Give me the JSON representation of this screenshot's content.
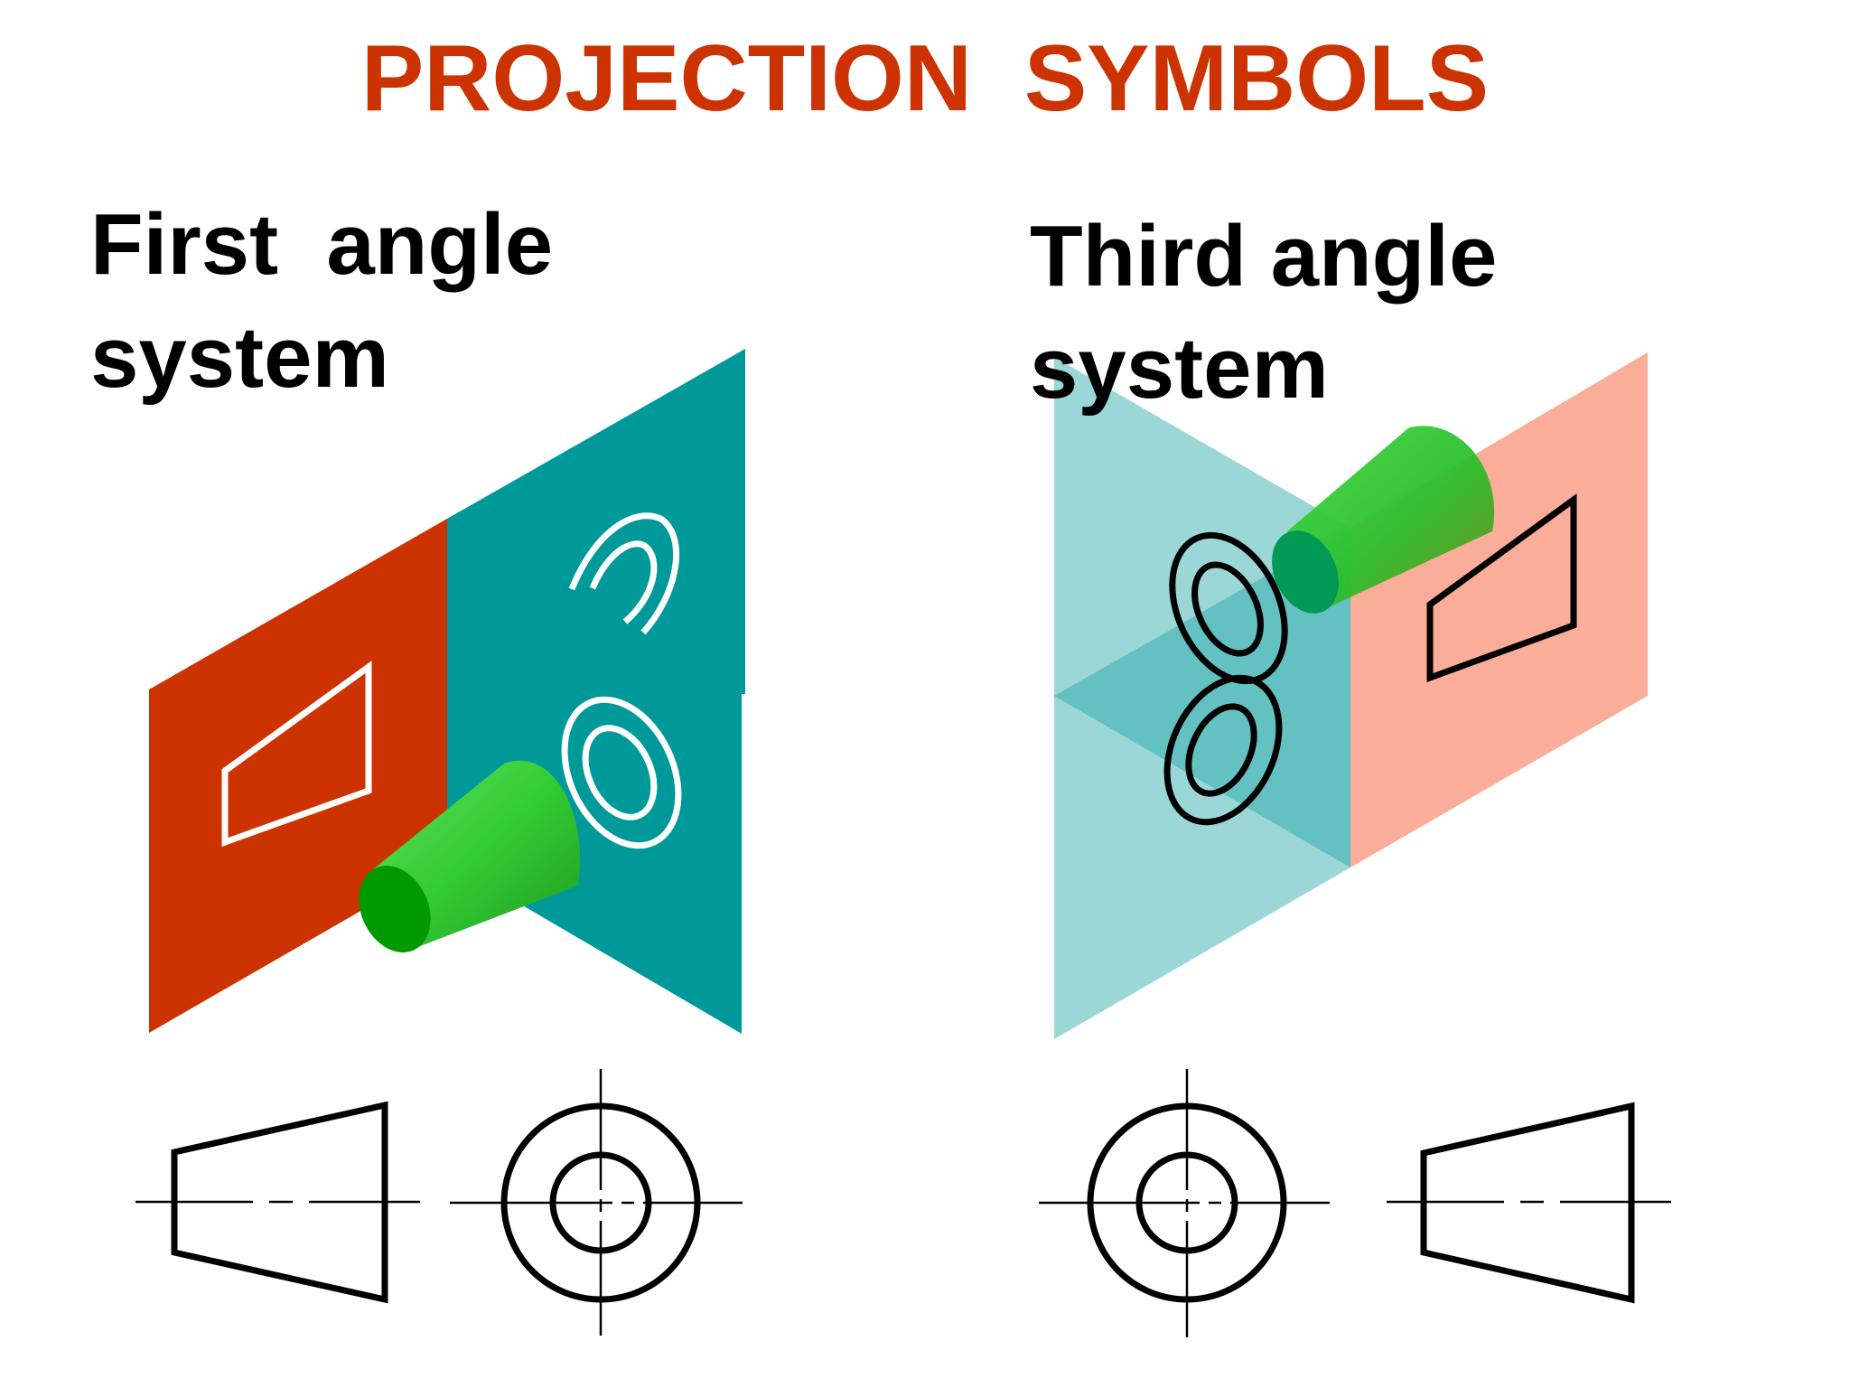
{
  "title": "PROJECTION  SYMBOLS",
  "first_angle": {
    "label_line1": "First  angle",
    "label_line2": "system"
  },
  "third_angle": {
    "label_line1": "Third angle",
    "label_line2": "system"
  },
  "colors": {
    "title": "#cc3300",
    "first_vertical_plane": "#cc3300",
    "first_profile_plane": "#009999",
    "third_vertical_plane_light": "#f9a58f",
    "third_profile_plane_light": "#91d3d3",
    "cone_body": "#33cc33",
    "cone_face": "#009900",
    "outline_light": "#ffffff",
    "outline_dark": "#000000"
  }
}
